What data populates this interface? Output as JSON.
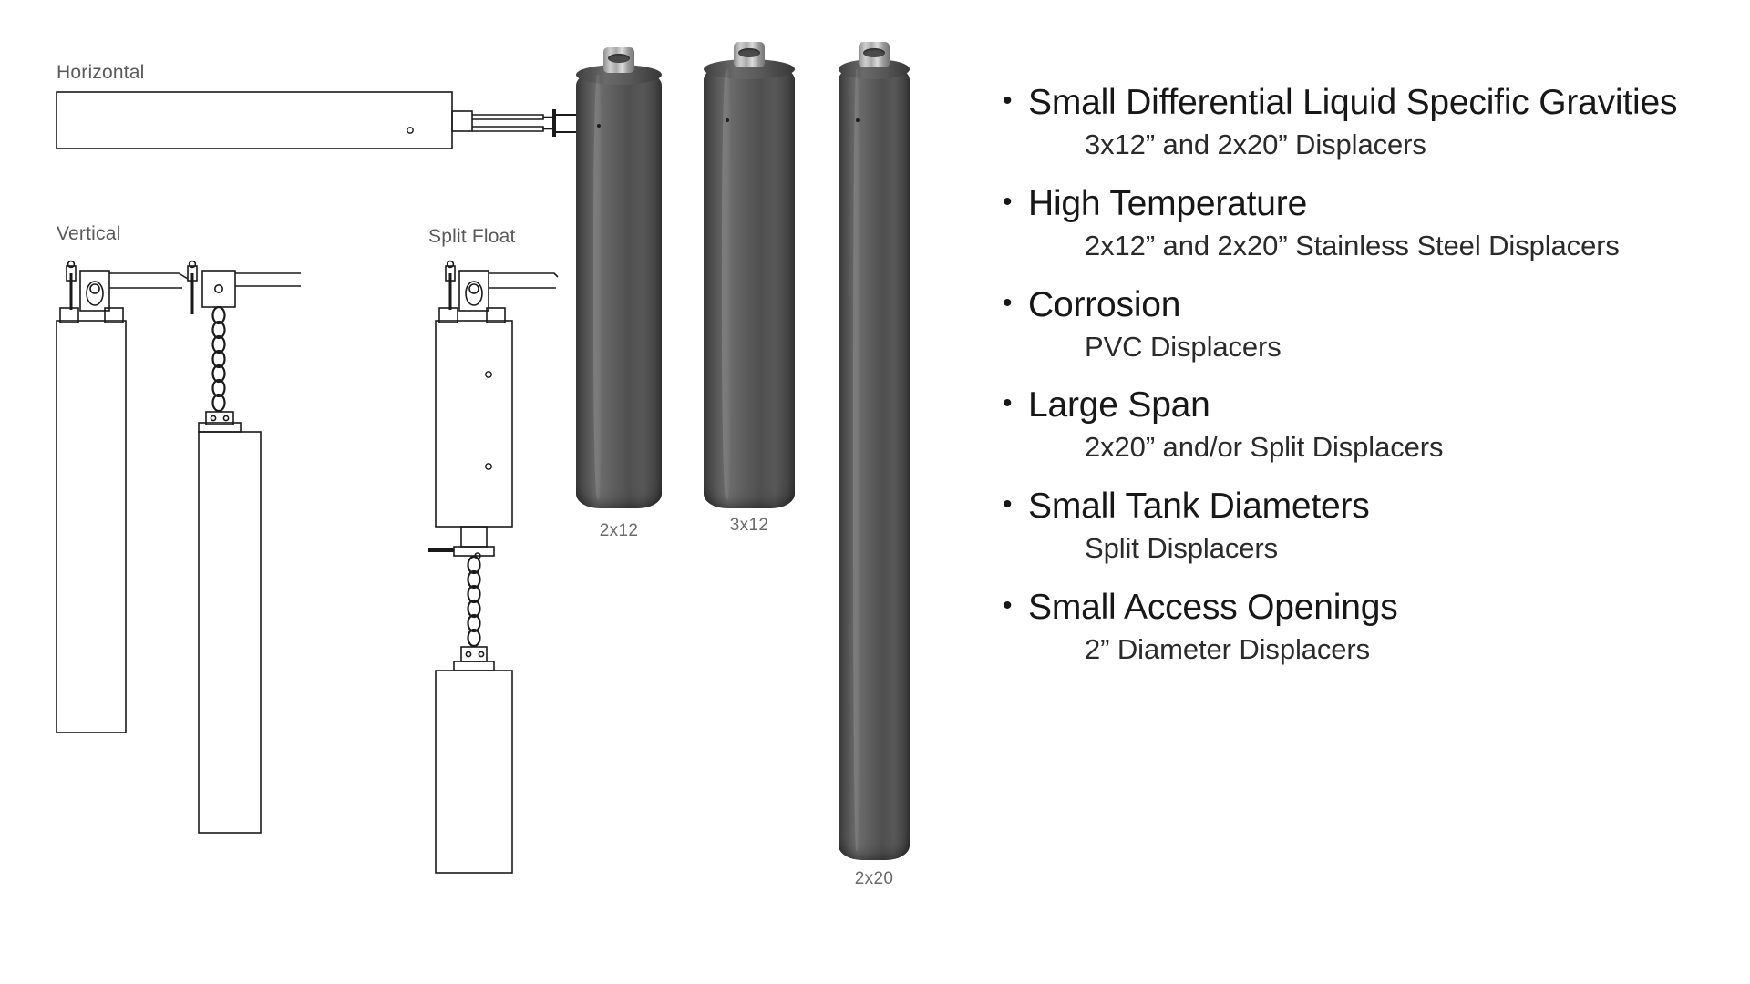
{
  "diagrams": {
    "horizontal_label": "Horizontal",
    "vertical_label": "Vertical",
    "split_float_label": "Split Float"
  },
  "displacer_photos": [
    {
      "caption": "2x12"
    },
    {
      "caption": "3x12"
    },
    {
      "caption": "2x20"
    }
  ],
  "bullets": [
    {
      "title": "Small Differential Liquid Specific Gravities",
      "detail": "3x12” and 2x20” Displacers"
    },
    {
      "title": "High Temperature",
      "detail": "2x12” and 2x20” Stainless Steel Displacers"
    },
    {
      "title": "Corrosion",
      "detail": "PVC Displacers"
    },
    {
      "title": "Large Span",
      "detail": "2x20” and/or Split Displacers"
    },
    {
      "title": "Small Tank Diameters",
      "detail": "Split Displacers"
    },
    {
      "title": "Small Access Openings",
      "detail": "2” Diameter Displacers"
    }
  ],
  "bullet_marker": "•",
  "colors": {
    "background": "#ffffff",
    "label_gray": "#595959",
    "caption_gray": "#6a6a6a",
    "text_black": "#171717",
    "line_black": "#1a1a1a",
    "cylinder_dark": "#4a4a4a",
    "cylinder_light": "#6e6e6e",
    "cap_metal": "#cfcfcf"
  }
}
